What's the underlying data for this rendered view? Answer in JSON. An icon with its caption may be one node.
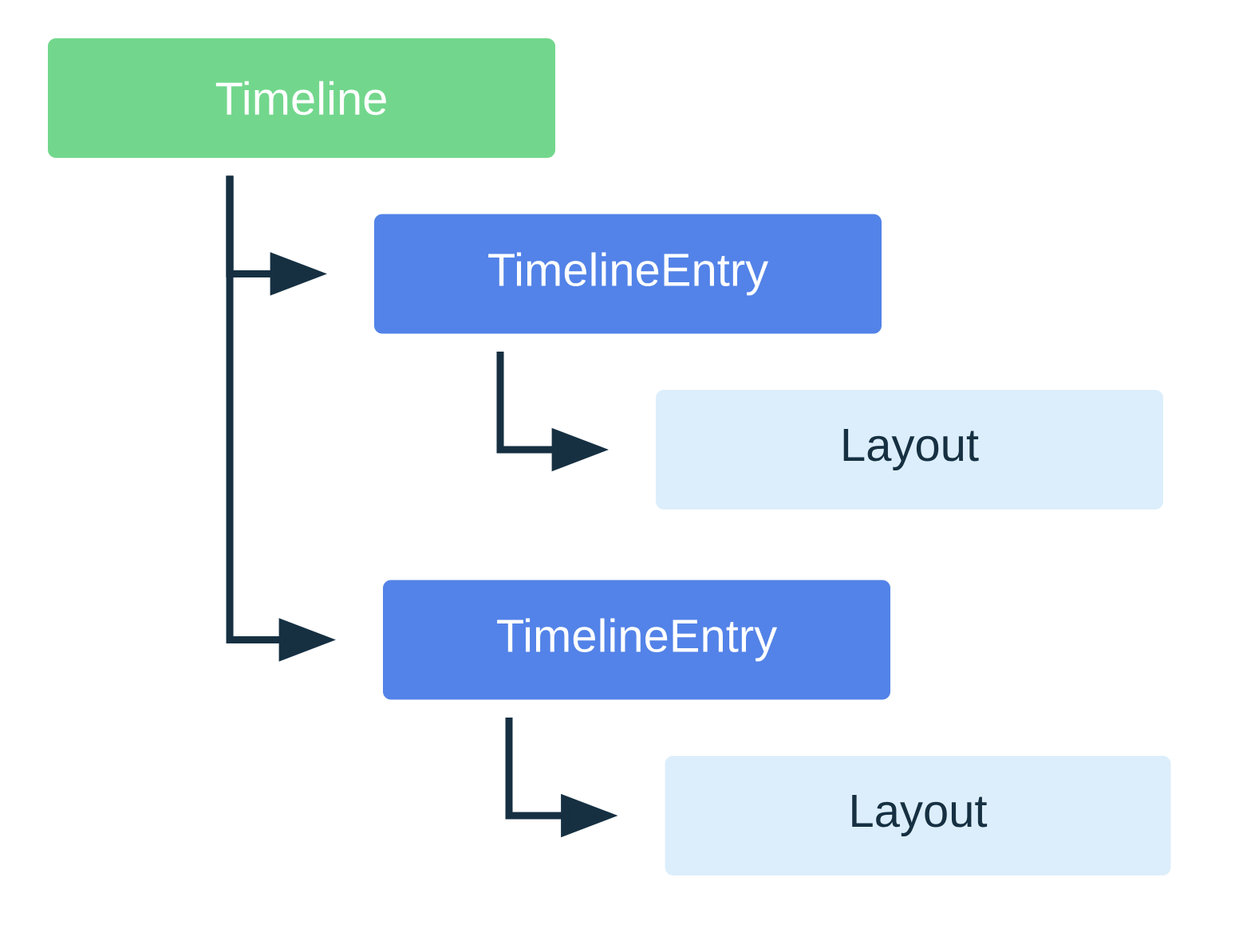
{
  "diagram": {
    "nodes": [
      {
        "text": [
          "Timeline"
        ]
      },
      {
        "text": [
          "TimelineEntry"
        ]
      },
      {
        "text": [
          "Layout"
        ]
      },
      {
        "text": [
          "TimelineEntry"
        ]
      },
      {
        "text": [
          "Layout"
        ]
      }
    ],
    "edges": [
      {
        "from": 0,
        "to": 1,
        "arrow": "to"
      },
      {
        "from": 1,
        "to": 2,
        "arrow": "to"
      },
      {
        "from": 0,
        "to": 3,
        "arrow": "to"
      },
      {
        "from": 3,
        "to": 4,
        "arrow": "to"
      }
    ]
  }
}
